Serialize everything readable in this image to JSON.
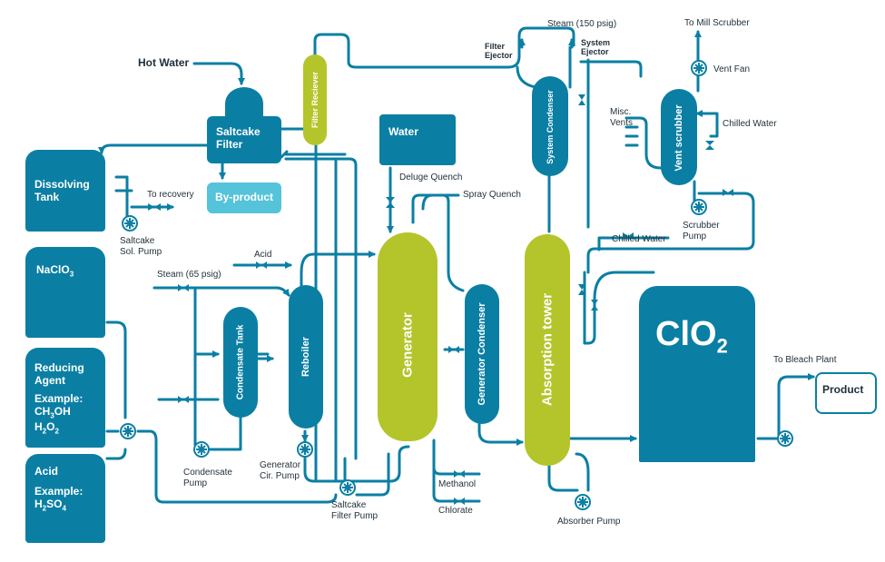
{
  "colors": {
    "vessel": "#0b7fa3",
    "pipe": "#0b7fa3",
    "accent": "#b4c42b",
    "byproduct": "#55c3d9",
    "text": "#1f2f3a"
  },
  "tanks": {
    "dissolving": "Dissolving\nTank",
    "naclo3": "NaClO3",
    "reducing": "Reducing\nAgent",
    "reducing_example": "Example:\nCH3OH\nH2O2",
    "acid": "Acid",
    "acid_example": "Example:\nH2SO4",
    "saltcake_filter": "Saltcake\nFilter",
    "byproduct": "By-product",
    "water": "Water",
    "clo2": "ClO2",
    "product": "Product"
  },
  "columns": {
    "filter_receiver": "Filter Reciever",
    "condensate_tank": "Condensate Tank",
    "reboiler": "Reboiler",
    "generator": "Generator",
    "generator_condenser": "Generator Condenser",
    "absorption_tower": "Absorption tower",
    "system_condenser": "System Condenser",
    "vent_scrubber": "Vent scrubber"
  },
  "labels": {
    "hot_water": "Hot Water",
    "to_recovery": "To recovery",
    "saltcake_sol_pump": "Saltcake\nSol. Pump",
    "acid_in": "Acid",
    "steam_65": "Steam (65 psig)",
    "deluge_quench": "Deluge Quench",
    "spray_quench": "Spray Quench",
    "condensate_pump": "Condensate\nPump",
    "generator_cir_pump": "Generator\nCir. Pump",
    "saltcake_filter_pump": "Saltcake\nFilter Pump",
    "methanol": "Methanol",
    "chlorate": "Chlorate",
    "absorber_pump": "Absorber Pump",
    "steam_150": "Steam (150 psig)",
    "filter_ejector": "Filter\nEjector",
    "system_ejector": "System\nEjector",
    "to_mill_scrubber": "To Mill Scrubber",
    "vent_fan": "Vent Fan",
    "misc_vents": "Misc.\nVents",
    "chilled_water_1": "Chilled Water",
    "scrubber_pump": "Scrubber\nPump",
    "chilled_water_2": "Chilled Water",
    "to_bleach_plant": "To Bleach Plant"
  }
}
